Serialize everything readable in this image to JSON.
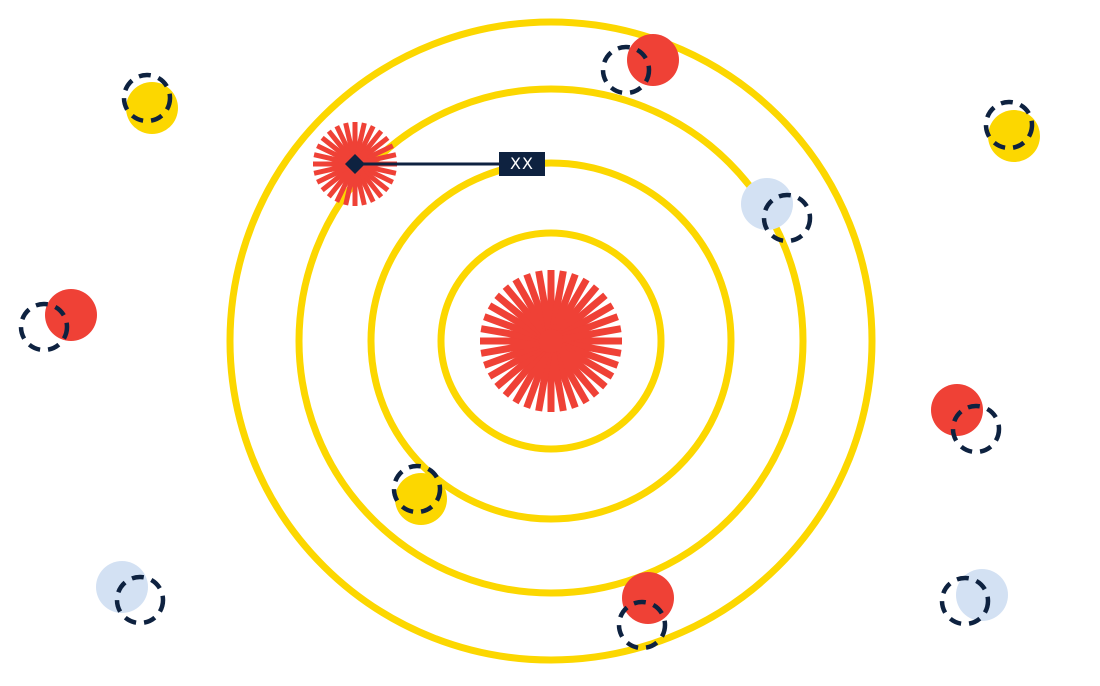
{
  "colors": {
    "ring": "#fcd700",
    "red": "#ef4136",
    "yellow": "#fcd700",
    "blue": "#d3e1f3",
    "navy": "#0e2240",
    "background": "#ffffff"
  },
  "center_burst": {
    "color": "red",
    "rays": 36
  },
  "orbits": {
    "count": 4
  },
  "marked_planet": {
    "color": "red",
    "rays": 28,
    "label": "XX"
  },
  "planets": [
    {
      "id": "ring-top-right",
      "color": "red"
    },
    {
      "id": "ring-upper-right",
      "color": "blue"
    },
    {
      "id": "ring-lower-left",
      "color": "yellow"
    },
    {
      "id": "ring-bottom",
      "color": "red"
    },
    {
      "id": "outer-top-left",
      "color": "yellow"
    },
    {
      "id": "outer-top-right",
      "color": "yellow"
    },
    {
      "id": "outer-mid-left",
      "color": "red"
    },
    {
      "id": "outer-mid-right",
      "color": "red"
    },
    {
      "id": "outer-bottom-left",
      "color": "blue"
    },
    {
      "id": "outer-bottom-right",
      "color": "blue"
    }
  ]
}
